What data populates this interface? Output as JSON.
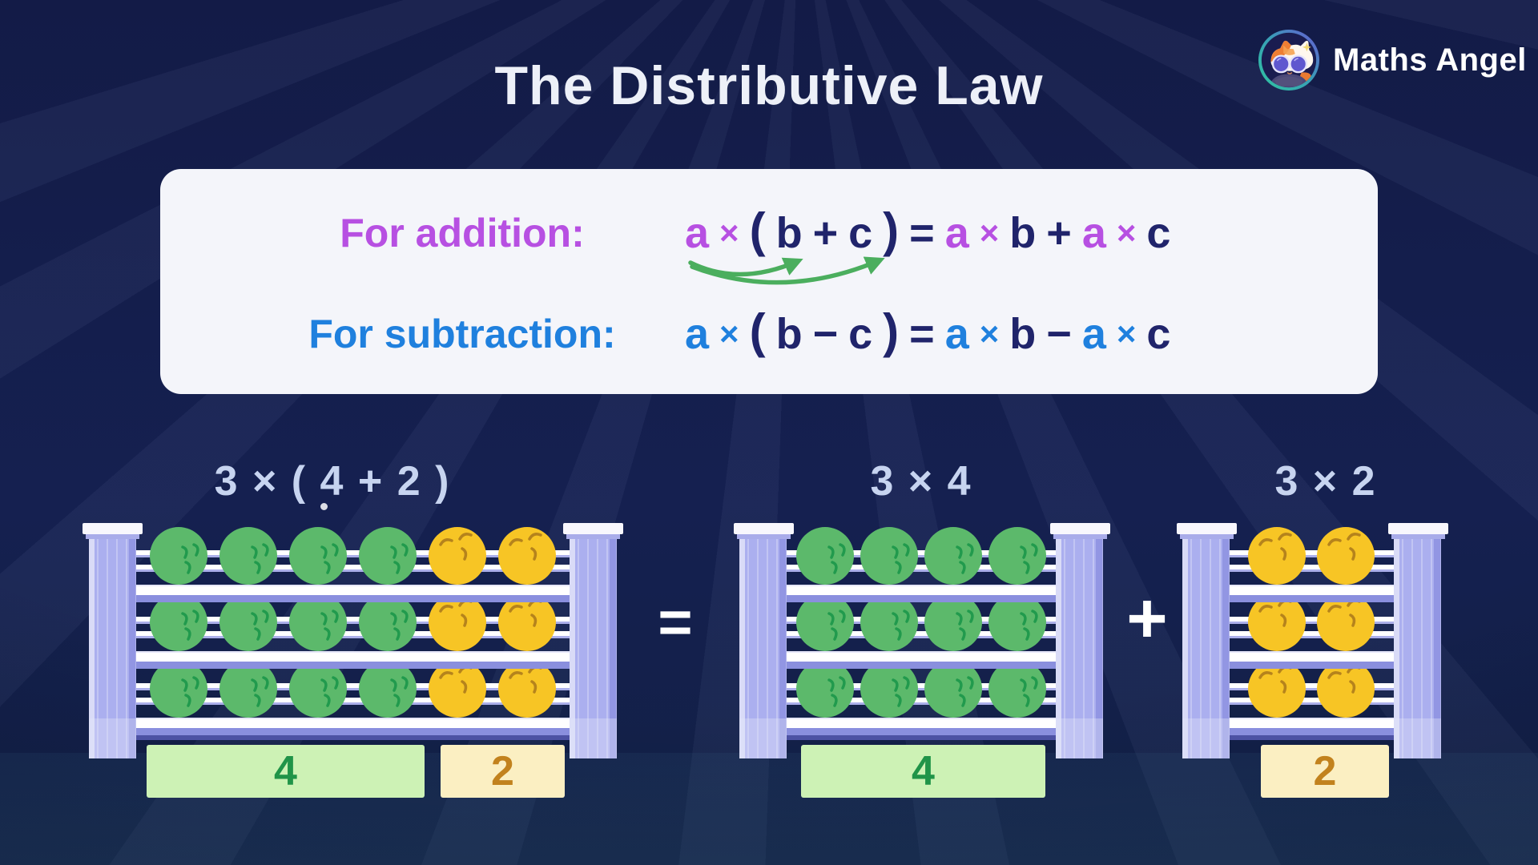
{
  "title": "The Distributive Law",
  "brand": {
    "name": "Maths Angel"
  },
  "formula_card": {
    "addition": {
      "label": "For addition:",
      "accent": "#b750e2",
      "tokens": [
        {
          "t": "a",
          "kind": "var",
          "role": "accent"
        },
        {
          "t": "×",
          "kind": "times",
          "role": "accent"
        },
        {
          "t": "(",
          "kind": "paren",
          "role": "navy"
        },
        {
          "t": "b",
          "kind": "var",
          "role": "navy"
        },
        {
          "t": "+",
          "kind": "op",
          "role": "navy"
        },
        {
          "t": "c",
          "kind": "var",
          "role": "navy"
        },
        {
          "t": ")",
          "kind": "paren",
          "role": "navy"
        },
        {
          "t": "=",
          "kind": "op",
          "role": "navy"
        },
        {
          "t": "a",
          "kind": "var",
          "role": "accent"
        },
        {
          "t": "×",
          "kind": "times",
          "role": "accent"
        },
        {
          "t": "b",
          "kind": "var",
          "role": "navy"
        },
        {
          "t": "+",
          "kind": "op",
          "role": "navy"
        },
        {
          "t": "a",
          "kind": "var",
          "role": "accent"
        },
        {
          "t": "×",
          "kind": "times",
          "role": "accent"
        },
        {
          "t": "c",
          "kind": "var",
          "role": "navy"
        }
      ]
    },
    "subtraction": {
      "label": "For subtraction:",
      "accent": "#1f80de",
      "tokens": [
        {
          "t": "a",
          "kind": "var",
          "role": "accent"
        },
        {
          "t": "×",
          "kind": "times",
          "role": "accent"
        },
        {
          "t": "(",
          "kind": "paren",
          "role": "navy"
        },
        {
          "t": "b",
          "kind": "var",
          "role": "navy"
        },
        {
          "t": "−",
          "kind": "op",
          "role": "navy"
        },
        {
          "t": "c",
          "kind": "var",
          "role": "navy"
        },
        {
          "t": ")",
          "kind": "paren",
          "role": "navy"
        },
        {
          "t": "=",
          "kind": "op",
          "role": "navy"
        },
        {
          "t": "a",
          "kind": "var",
          "role": "accent"
        },
        {
          "t": "×",
          "kind": "times",
          "role": "accent"
        },
        {
          "t": "b",
          "kind": "var",
          "role": "navy"
        },
        {
          "t": "−",
          "kind": "op",
          "role": "navy"
        },
        {
          "t": "a",
          "kind": "var",
          "role": "accent"
        },
        {
          "t": "×",
          "kind": "times",
          "role": "accent"
        },
        {
          "t": "c",
          "kind": "var",
          "role": "navy"
        }
      ]
    }
  },
  "example": {
    "equals": "=",
    "plus": "+",
    "racks": [
      {
        "expression": "3 × ( 4 + 2 )",
        "rows": 3,
        "beads": [
          {
            "color": "green",
            "count": 4
          },
          {
            "color": "yellow",
            "count": 2
          }
        ],
        "labels": [
          {
            "value": "4",
            "style": "green"
          },
          {
            "value": "2",
            "style": "yellow"
          }
        ]
      },
      {
        "expression": "3 × 4",
        "rows": 3,
        "beads": [
          {
            "color": "green",
            "count": 4
          }
        ],
        "labels": [
          {
            "value": "4",
            "style": "green"
          }
        ]
      },
      {
        "expression": "3 × 2",
        "rows": 3,
        "beads": [
          {
            "color": "yellow",
            "count": 2
          }
        ],
        "labels": [
          {
            "value": "2",
            "style": "yellow"
          }
        ]
      }
    ]
  },
  "colors": {
    "background": "#141c49",
    "card": "#f4f5fa",
    "addition_accent": "#b750e2",
    "subtraction_accent": "#1f80de",
    "formula_navy": "#20246b",
    "arrow_green": "#4bae5e",
    "expression_text": "#c7d4f0",
    "operator_white": "#ffffff",
    "bead_green": "#5cb96b",
    "bead_green_mark": "#219a4d",
    "bead_yellow": "#f7c525",
    "bead_yellow_mark": "#b5831c",
    "pillar": "#abafef",
    "shelf_purple": "#8a8fde",
    "box_green_bg": "#cdf2b5",
    "box_green_text": "#209448",
    "box_yellow_bg": "#fbefc2",
    "box_yellow_text": "#c2821d"
  }
}
